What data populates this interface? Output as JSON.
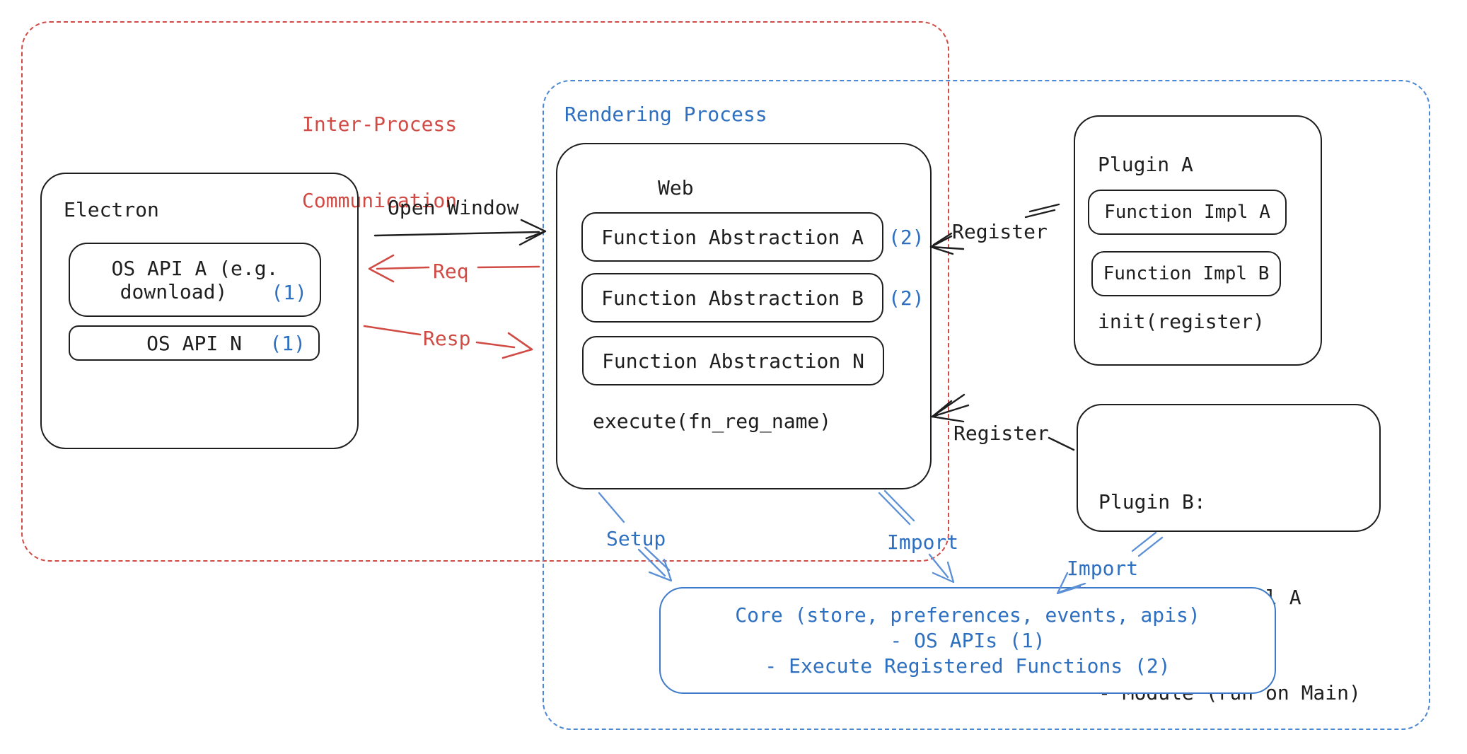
{
  "regions": {
    "ipc": {
      "title_line1": "Inter-Process",
      "title_line2": "Communication"
    },
    "rendering": {
      "title": "Rendering Process"
    }
  },
  "electron": {
    "title": "Electron",
    "api_a": {
      "line1": "OS API A (e.g.",
      "line2": "download)",
      "badge": "(1)"
    },
    "api_n": {
      "label": "OS API N",
      "badge": "(1)"
    }
  },
  "web": {
    "title": "Web",
    "abstractions": [
      {
        "label": "Function Abstraction A",
        "badge": "(2)"
      },
      {
        "label": "Function Abstraction B",
        "badge": "(2)"
      },
      {
        "label": "Function Abstraction N",
        "badge": ""
      }
    ],
    "code": "execute(fn_reg_name)"
  },
  "plugin_a": {
    "title": "Plugin A",
    "impl_a": "Function Impl A",
    "impl_b": "Function Impl B",
    "code": "init(register)"
  },
  "plugin_b": {
    "title": "Plugin B:",
    "item1": "- Function Impl A",
    "item2": "- Module (run on Main)"
  },
  "core": {
    "line1": "Core (store, preferences, events, apis)",
    "line2": "- OS APIs (1)",
    "line3": "- Execute Registered Functions (2)"
  },
  "arrows": {
    "open_window": "Open Window",
    "req": "Req",
    "resp": "Resp",
    "register_top": "Register",
    "register_bottom": "Register",
    "setup": "Setup",
    "import_web": "Import",
    "import_plugin": "Import"
  },
  "colors": {
    "black": "#1e1e1e",
    "red": "#d14b45",
    "blue_text": "#2e6fc0",
    "blue_border": "#4b87d3",
    "blue_arrow": "#5b8fd6",
    "core_border": "#3d7ac9"
  }
}
